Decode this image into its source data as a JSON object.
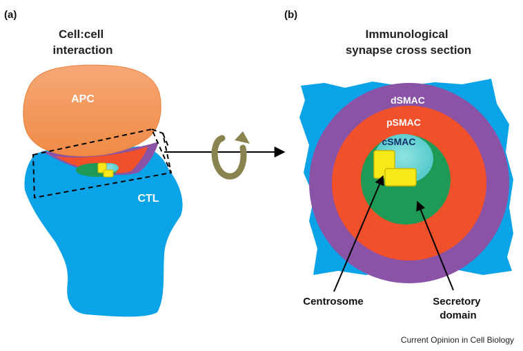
{
  "panel_a": {
    "letter": "(a)",
    "heading_lines": [
      "Cell:cell",
      "interaction"
    ],
    "apc_label": "APC",
    "ctl_label": "CTL"
  },
  "panel_b": {
    "letter": "(b)",
    "heading_lines": [
      "Immunological",
      "synapse cross section"
    ],
    "ring_labels": {
      "dsmac": "dSMAC",
      "psmac": "pSMAC",
      "csmac": "cSMAC"
    },
    "callouts": {
      "centrosome": "Centrosome",
      "secretory_lines": [
        "Secretory",
        "domain"
      ]
    }
  },
  "colors": {
    "ctl_blue": "#0aa3e8",
    "apc_orange": "#f59a5a",
    "dsmac_purple": "#8b53a6",
    "psmac_red": "#f0502a",
    "csmac_green": "#1f9a56",
    "csmac_cyan": "#5fd0d0",
    "secretory_yellow": "#f7e81a",
    "rotation_arrow": "#8a8350"
  },
  "credit": "Current Opinion in Cell Biology"
}
